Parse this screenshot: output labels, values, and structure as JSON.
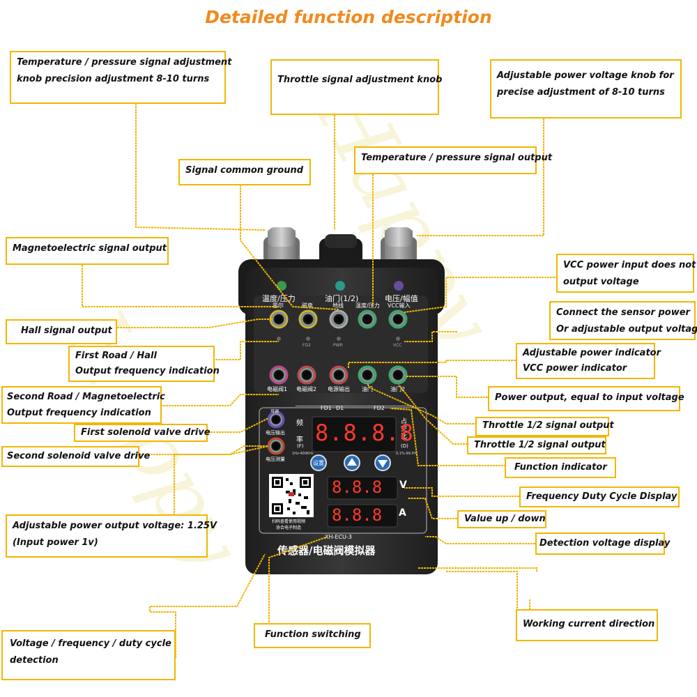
{
  "title": "Detailed function description",
  "watermark": "Happy",
  "colors": {
    "title": "#f08a1f",
    "box_border": "#f2b600",
    "leader": "#f2b600",
    "device_body": "#2b2b2b"
  },
  "labels": {
    "temp_knob": [
      "Temperature / pressure signal adjustment",
      "knob precision adjustment 8-10 turns"
    ],
    "throttle_knob": [
      "Throttle signal adjustment knob"
    ],
    "power_knob": [
      "Adjustable power voltage knob for",
      "precise adjustment of 8-10 turns"
    ],
    "common_ground": [
      "Signal common ground"
    ],
    "temp_output": [
      "Temperature / pressure signal output"
    ],
    "magneto_output": [
      "Magnetoelectric signal output"
    ],
    "vcc_input": [
      "VCC power input does not",
      "output voltage"
    ],
    "sensor_power": [
      "Connect the sensor power",
      "Or adjustable output voltage"
    ],
    "hall_output": [
      "Hall signal output"
    ],
    "first_road": [
      "First Road / Hall",
      "Output frequency indication"
    ],
    "power_indicator": [
      "Adjustable power indicator",
      "VCC power indicator"
    ],
    "second_road": [
      "Second Road / Magnetoelectric",
      "Output frequency indication"
    ],
    "power_output": [
      "Power output, equal to input voltage"
    ],
    "throttle_out_1": [
      "Throttle 1/2 signal output"
    ],
    "first_solenoid": [
      "First solenoid valve drive"
    ],
    "throttle_out_2": [
      "Throttle 1/2 signal output"
    ],
    "second_solenoid": [
      "Second solenoid valve drive"
    ],
    "function_indicator": [
      "Function indicator"
    ],
    "freq_duty_display": [
      "Frequency Duty Cycle Display"
    ],
    "adj_power_output": [
      "Adjustable power output voltage: 1.25V",
      "(Input power 1v)"
    ],
    "value_updown": [
      "Value up / down"
    ],
    "detect_voltage": [
      "Detection voltage display"
    ],
    "working_current": [
      "Working current direction"
    ],
    "vfd_detection": [
      "Voltage / frequency / duty cycle",
      "detection"
    ],
    "function_switching": [
      "Function switching"
    ]
  },
  "device": {
    "knob_labels": {
      "temp": "温度/压力",
      "throttle": "油门(1/2)",
      "voltage": "电压/幅值"
    },
    "jacks_row1": [
      "霍尔",
      "磁电",
      "地线",
      "温度/压力",
      "VCC输入"
    ],
    "jacks_row2": [
      "电磁阀1",
      "电磁阀2",
      "电源输出",
      "油门",
      "油门2"
    ],
    "led_small": [
      "FD2",
      "PWR",
      "VCC"
    ],
    "fd1_label": "FD1",
    "d1_label": "D1",
    "fd2_label": "FD2",
    "freq_label": [
      "频",
      "率"
    ],
    "freq_sub": "(F)",
    "freq_range": "1Hz-400KHz",
    "duty_label": "占空比",
    "duty_sub": "(D)",
    "duty_range": "0.1%-99.9%",
    "main_display": "8.8.8.8",
    "volt_display": "8.8.8",
    "amp_display": "8.8.8",
    "unit_v": "V",
    "unit_a": "A",
    "set_button": "设置",
    "left_col": [
      "可调",
      "电压输出",
      "电压测量"
    ],
    "qr_caption": [
      "扫码查看使用视频",
      "协合电子制造"
    ],
    "model": "XH-ECU-3",
    "product_name": "传感器/电磁阀模拟器"
  }
}
